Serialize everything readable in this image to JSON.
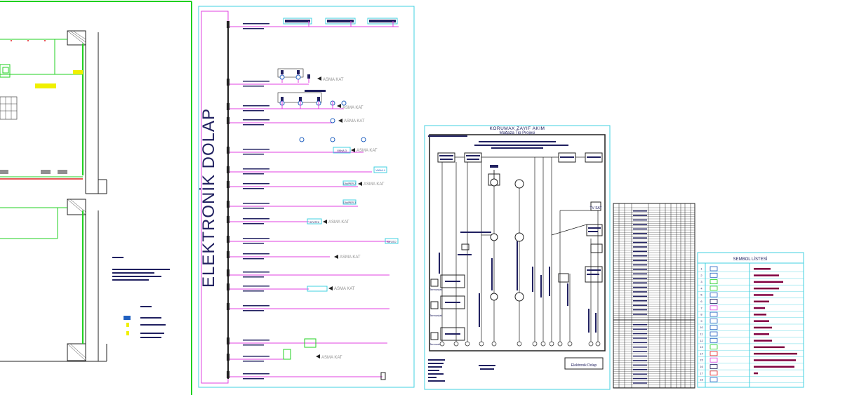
{
  "colors": {
    "background": "#ffffff",
    "magenta": "#e040e0",
    "cyan": "#40d0e0",
    "green": "#20d020",
    "yellow": "#f0f000",
    "navy": "#202060",
    "maroon": "#800040",
    "red": "#e02020",
    "gray": "#909090"
  },
  "riser_panel": {
    "title": "ELEKTRONİK DOLAP",
    "floor_label": "ASMA KAT",
    "tags": {
      "vana3": "VANA 3",
      "vana4": "VANA 4",
      "damper2": "DAMPER 2",
      "damper3": "DAMPER 3",
      "sifatek": "SIFATEK",
      "sifoto": "SIFOTO"
    }
  },
  "middle_panel": {
    "title": "KORUMAX ZAYIF AKIM",
    "subtitle": "Mağaza Tip Projesi",
    "labels": {
      "ekran_kontrol": "Ekran Kontrol",
      "termostat": "Termostat",
      "tv_sat": "TV SAT",
      "elektronik_dolap": "Elektronik Dolap"
    }
  },
  "symbol_list": {
    "title": "SEMBOL LİSTESİ",
    "row_numbers": [
      "1",
      "2",
      "3",
      "4",
      "5",
      "6",
      "7",
      "8",
      "9",
      "10",
      "11",
      "12",
      "13",
      "14",
      "15",
      "16",
      "17",
      "18"
    ]
  }
}
